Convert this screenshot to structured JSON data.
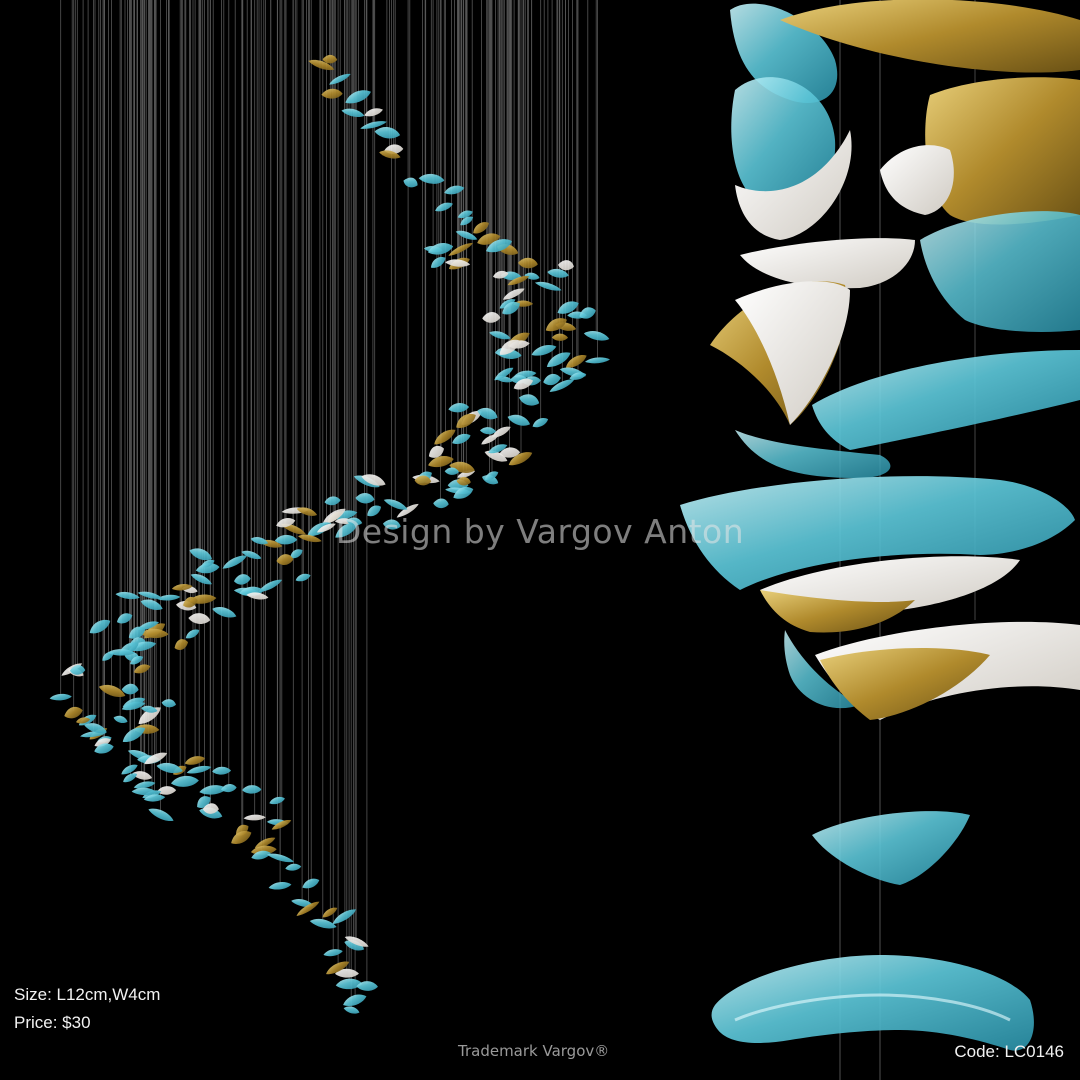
{
  "watermark": "Design by Vargov Anton",
  "product": {
    "size": "Size: L12cm,W4cm",
    "price": "Price: $30",
    "code": "Code: LC0146"
  },
  "trademark": "Trademark Vargov®",
  "colors": {
    "background": "#000000",
    "glass_blue": "#7fd9e6",
    "gold": "#b8902a",
    "white_porcelain": "#f2efea"
  }
}
